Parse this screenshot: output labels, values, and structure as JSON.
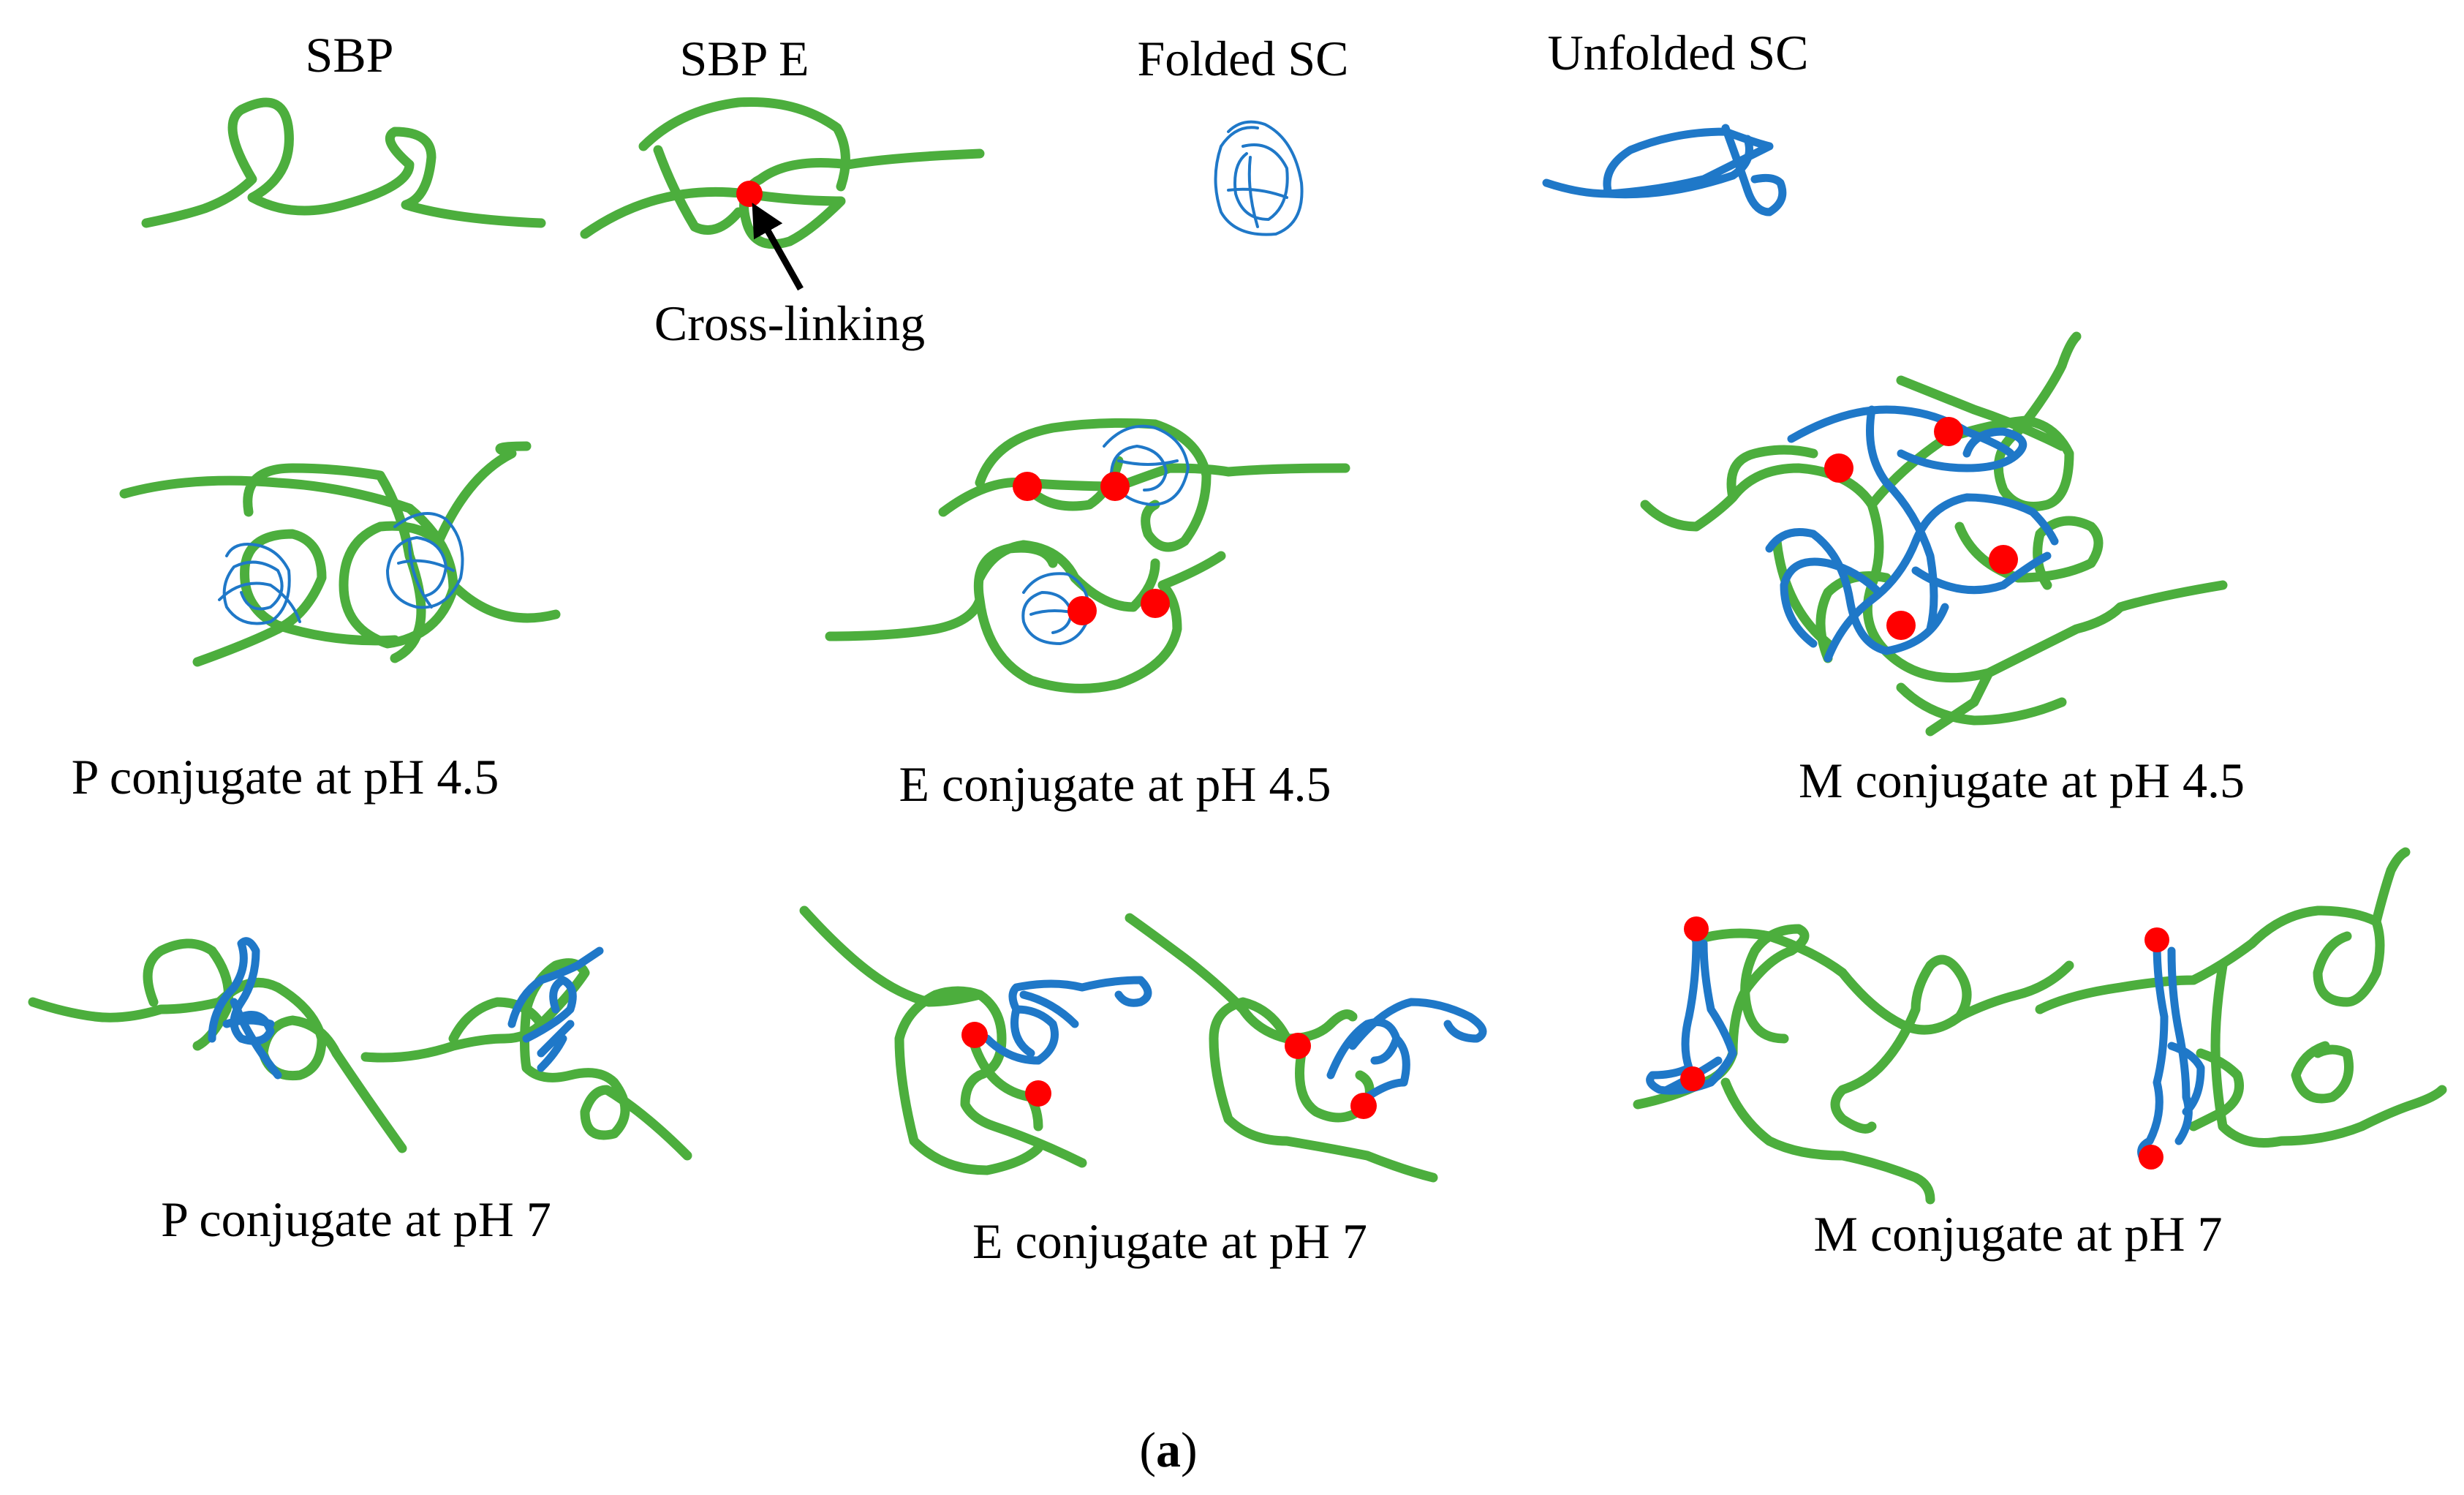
{
  "labels": {
    "sbp": "SBP",
    "sbp_e": "SBP E",
    "folded_sc": "Folded SC",
    "unfolded_sc": "Unfolded SC",
    "cross_linking": "Cross-linking",
    "p_ph45": "P conjugate at pH 4.5",
    "e_ph45": "E conjugate at pH 4.5",
    "m_ph45": "M conjugate at pH 4.5",
    "p_ph7": "P conjugate at pH 7",
    "e_ph7": "E conjugate at pH 7",
    "m_ph7": "M conjugate at pH 7",
    "panel_open": "(",
    "panel_letter": "a",
    "panel_close": ")"
  },
  "colors": {
    "polymer_chain": "#4cae3d",
    "protein_chain": "#1f78c8",
    "cross_link": "#ff0000",
    "arrow": "#000000"
  }
}
